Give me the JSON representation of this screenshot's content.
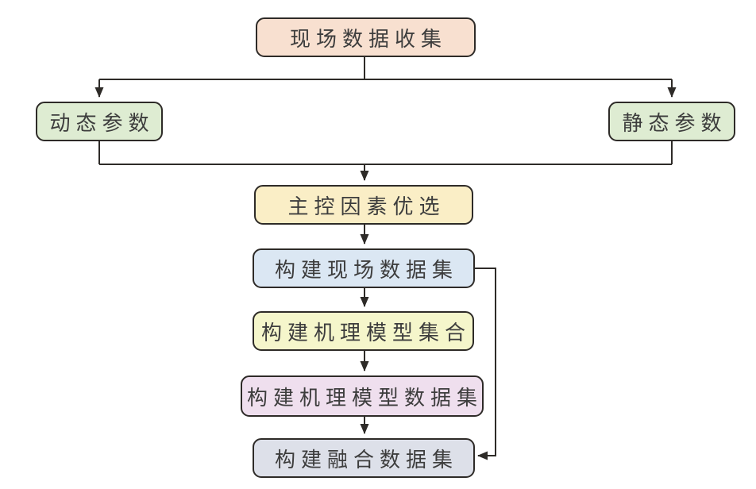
{
  "diagram": {
    "type": "flowchart",
    "background": "#ffffff",
    "line_color": "#2e2b28",
    "text_color": "#3d3d3d",
    "nodes": [
      {
        "id": "field-data-collection",
        "label": "现场数据收集",
        "fill": "#f8e0d0"
      },
      {
        "id": "dynamic-parameters",
        "label": "动态参数",
        "fill": "#deecd2"
      },
      {
        "id": "static-parameters",
        "label": "静态参数",
        "fill": "#deecd2"
      },
      {
        "id": "key-factor-selection",
        "label": "主控因素优选",
        "fill": "#faeec6"
      },
      {
        "id": "build-field-dataset",
        "label": "构建现场数据集",
        "fill": "#dbe7f3"
      },
      {
        "id": "build-mechanism-model-set",
        "label": "构建机理模型集合",
        "fill": "#f5f6cb"
      },
      {
        "id": "build-mechanism-model-dataset",
        "label": "构建机理模型数据集",
        "fill": "#efdfee"
      },
      {
        "id": "build-fusion-dataset",
        "label": "构建融合数据集",
        "fill": "#dde0e9"
      }
    ],
    "edges": [
      {
        "from": "field-data-collection",
        "to": "dynamic-parameters"
      },
      {
        "from": "field-data-collection",
        "to": "static-parameters"
      },
      {
        "from": "dynamic-parameters",
        "to": "key-factor-selection"
      },
      {
        "from": "static-parameters",
        "to": "key-factor-selection"
      },
      {
        "from": "key-factor-selection",
        "to": "build-field-dataset"
      },
      {
        "from": "build-field-dataset",
        "to": "build-mechanism-model-set"
      },
      {
        "from": "build-mechanism-model-set",
        "to": "build-mechanism-model-dataset"
      },
      {
        "from": "build-mechanism-model-dataset",
        "to": "build-fusion-dataset"
      },
      {
        "from": "build-field-dataset",
        "to": "build-fusion-dataset"
      }
    ]
  }
}
